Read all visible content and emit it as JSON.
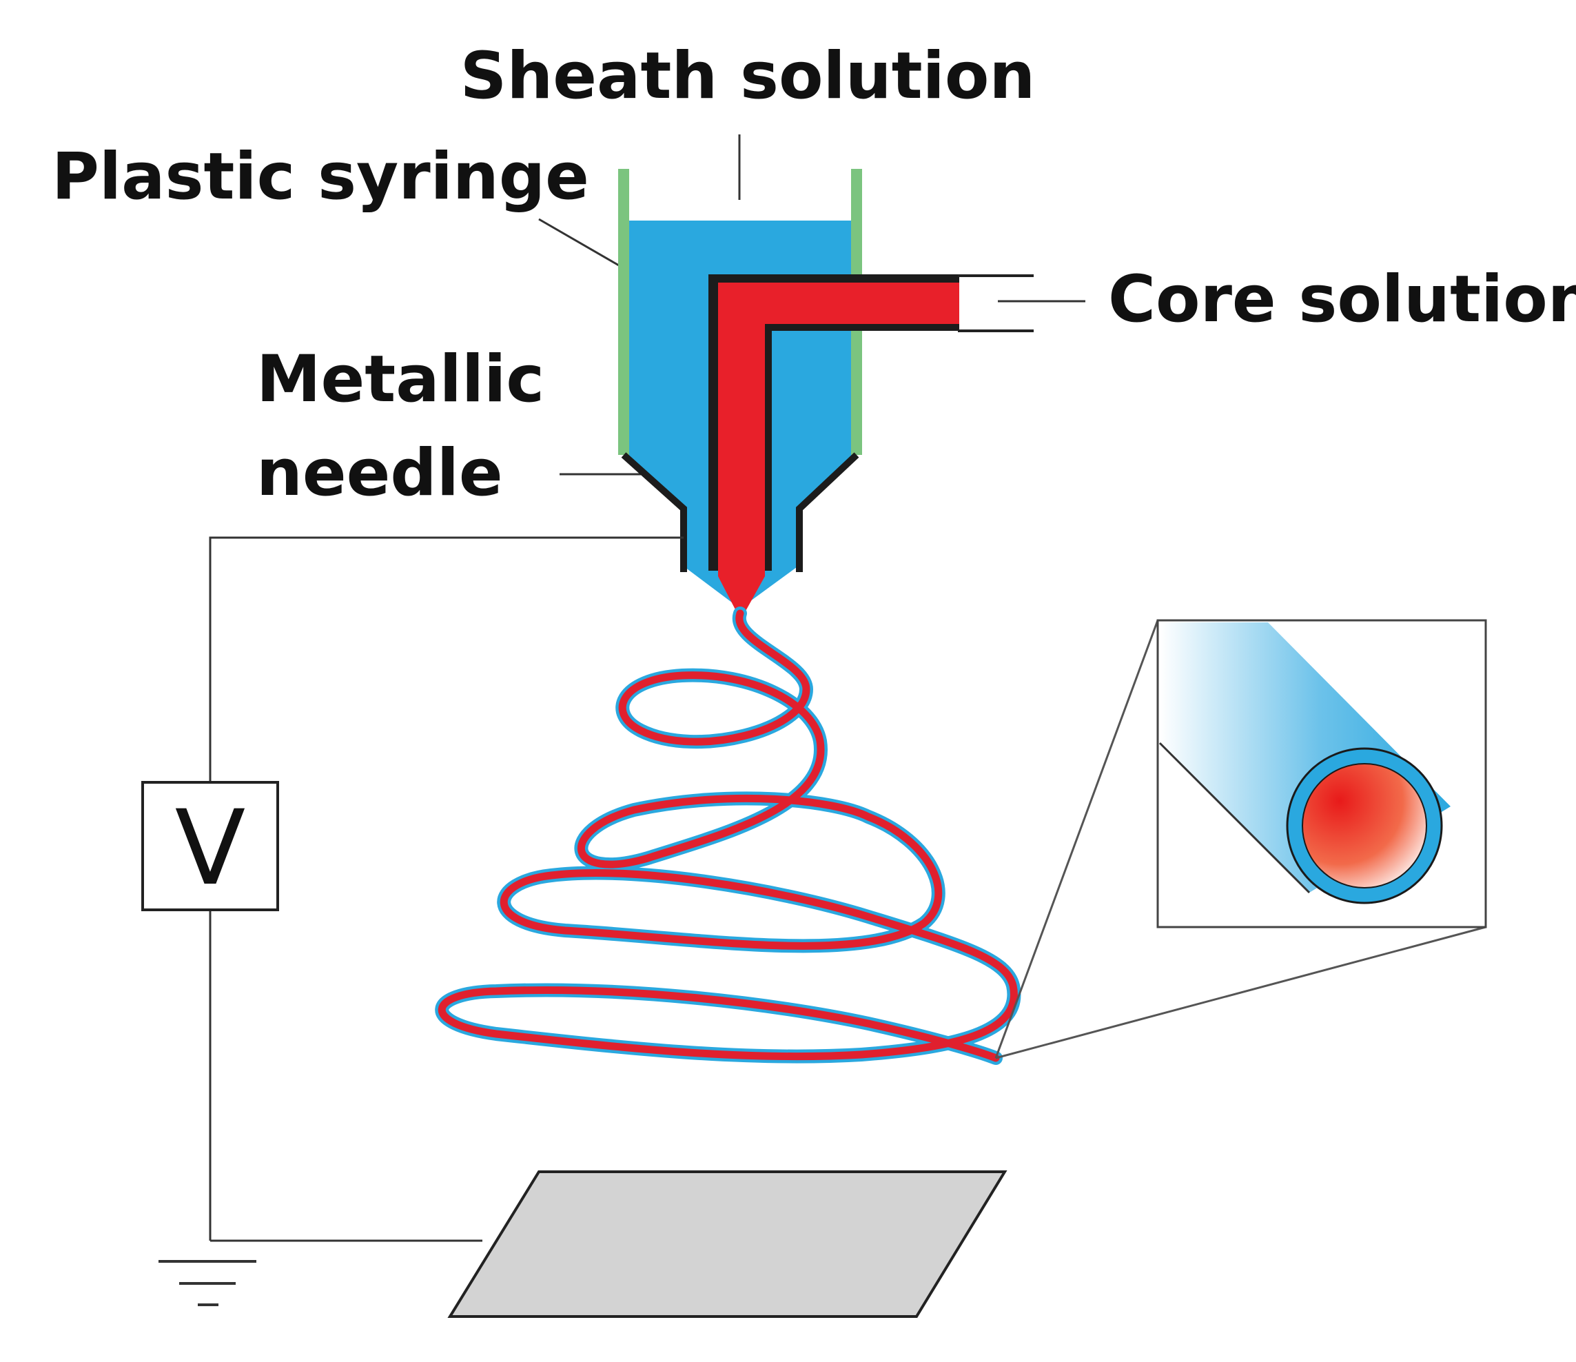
{
  "labels": {
    "sheath_solution": "Sheath solution",
    "plastic_syringe": "Plastic syringe",
    "core_solution": "Core solution",
    "metallic_needle_line1": "Metallic",
    "metallic_needle_line2": "needle",
    "voltage_symbol": "V"
  },
  "colors": {
    "sheath": "#2aa8df",
    "core": "#e8202a",
    "syringe_wall": "#7bc47f",
    "needle": "#222222",
    "collector": "#d3d3d3",
    "wire": "#444444"
  }
}
